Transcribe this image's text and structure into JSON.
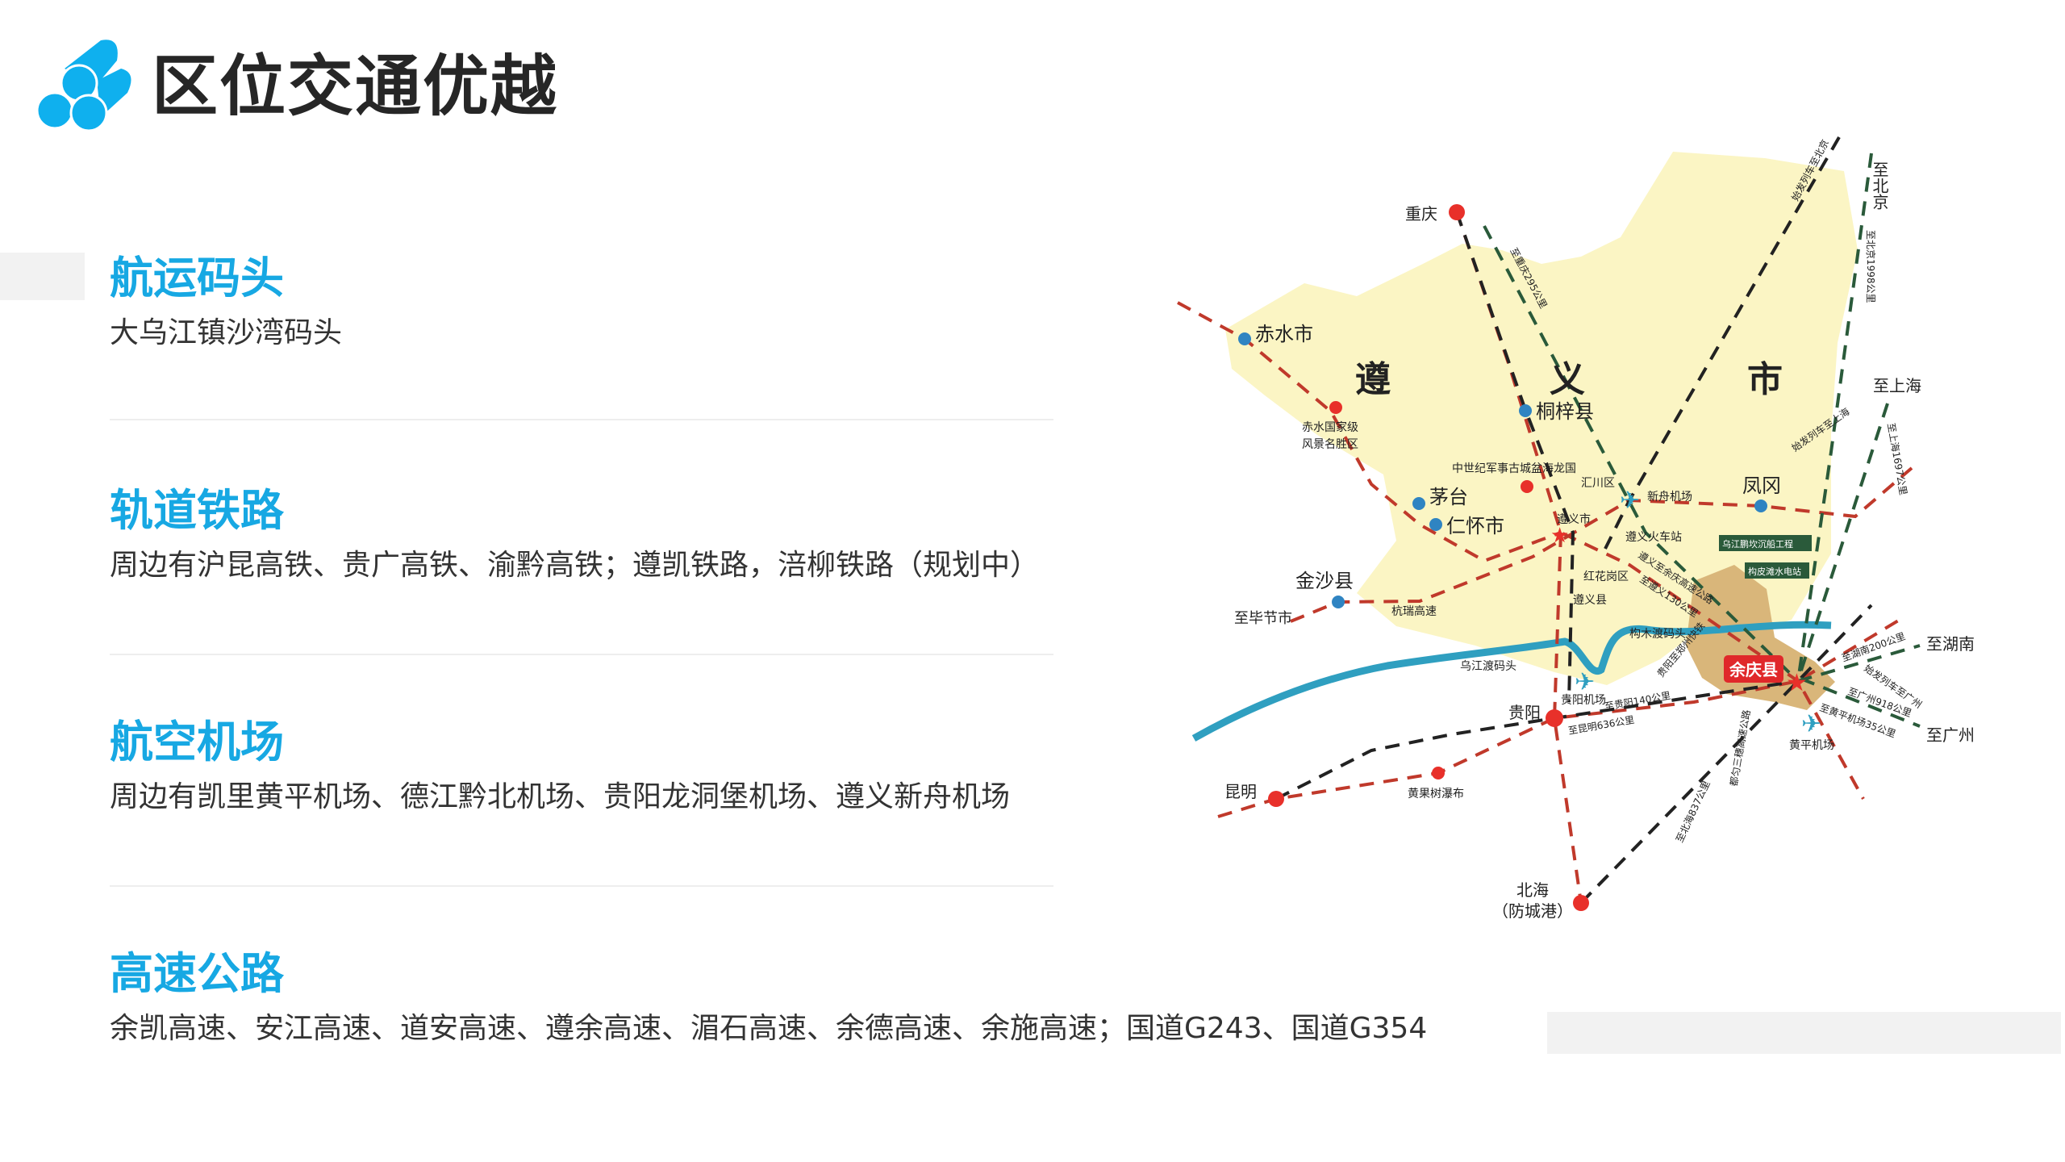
{
  "header": {
    "title": "区位交通优越",
    "logo_icon": "pipes-logo-icon"
  },
  "colors": {
    "accent": "#17a8e3",
    "title": "#262626",
    "map_fill": "#fbf5c4",
    "county_fill": "#d9b67a",
    "river": "#2f9fc0",
    "rail": "#c0392b"
  },
  "sections": [
    {
      "heading": "航运码头",
      "body": "大乌江镇沙湾码头"
    },
    {
      "heading": "轨道铁路",
      "body": "周边有沪昆高铁、贵广高铁、渝黔高铁；遵凯铁路，涪柳铁路（规划中）"
    },
    {
      "heading": "航空机场",
      "body": "周边有凯里黄平机场、德江黔北机场、贵阳龙洞堡机场、遵义新舟机场"
    },
    {
      "heading": "高速公路",
      "body": "余凯高速、安江高速、道安高速、遵余高速、湄石高速、余德高速、余施高速；国道G243、国道G354"
    }
  ],
  "map": {
    "region": [
      "遵",
      "义",
      "市"
    ],
    "cities": [
      "重庆",
      "赤水市",
      "桐梓县",
      "茅台",
      "仁怀市",
      "凤冈",
      "金沙县",
      "贵阳",
      "昆明",
      "北海",
      "（防城港）",
      "余庆县"
    ],
    "places": [
      "赤水国家级",
      "风景名胜区",
      "中世纪军事古城盆海龙国",
      "汇川区",
      "新舟机场",
      "遵义市",
      "遵义火车站",
      "红花岗区",
      "遵义县",
      "乌江渡码头",
      "构木渡码头",
      "贵阳机场",
      "黄平机场",
      "黄果树瀑布",
      "杭瑞高速",
      "乌江鹏坎沉船工程",
      "构皮滩水电站"
    ],
    "directions": [
      "至北京",
      "至上海",
      "至湖南",
      "至广州",
      "至毕节市"
    ],
    "routes": [
      "至重庆295公里",
      "至北京1998公里",
      "始发列车至北京",
      "始发列车至上海",
      "至上海1697公里",
      "遵义至余庆高速公路",
      "至遵义130公里",
      "贵阳至郑州快铁",
      "至湖南200公里",
      "始发列车至广州",
      "至广州918公里",
      "至黄平机场35公里",
      "至贵阳140公里",
      "至昆明636公里",
      "至北海837公里",
      "都匀三穗高速公路"
    ]
  }
}
